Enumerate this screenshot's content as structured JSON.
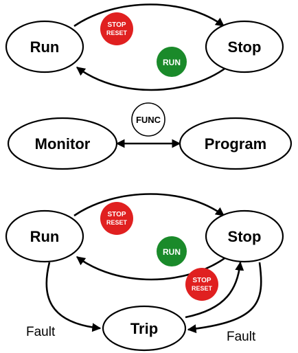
{
  "diagram1": {
    "run_label": "Run",
    "stop_label": "Stop",
    "stop_button": {
      "line1": "STOP",
      "line2": "RESET",
      "color": "#e02020"
    },
    "run_button": {
      "label": "RUN",
      "color": "#1a8a2a"
    }
  },
  "diagram2": {
    "monitor_label": "Monitor",
    "program_label": "Program",
    "func_button": {
      "label": "FUNC"
    }
  },
  "diagram3": {
    "run_label": "Run",
    "stop_label": "Stop",
    "trip_label": "Trip",
    "fault_left": "Fault",
    "fault_right": "Fault",
    "stop_button_top": {
      "line1": "STOP",
      "line2": "RESET",
      "color": "#e02020"
    },
    "run_button": {
      "label": "RUN",
      "color": "#1a8a2a"
    },
    "stop_button_bottom": {
      "line1": "STOP",
      "line2": "RESET",
      "color": "#e02020"
    }
  }
}
